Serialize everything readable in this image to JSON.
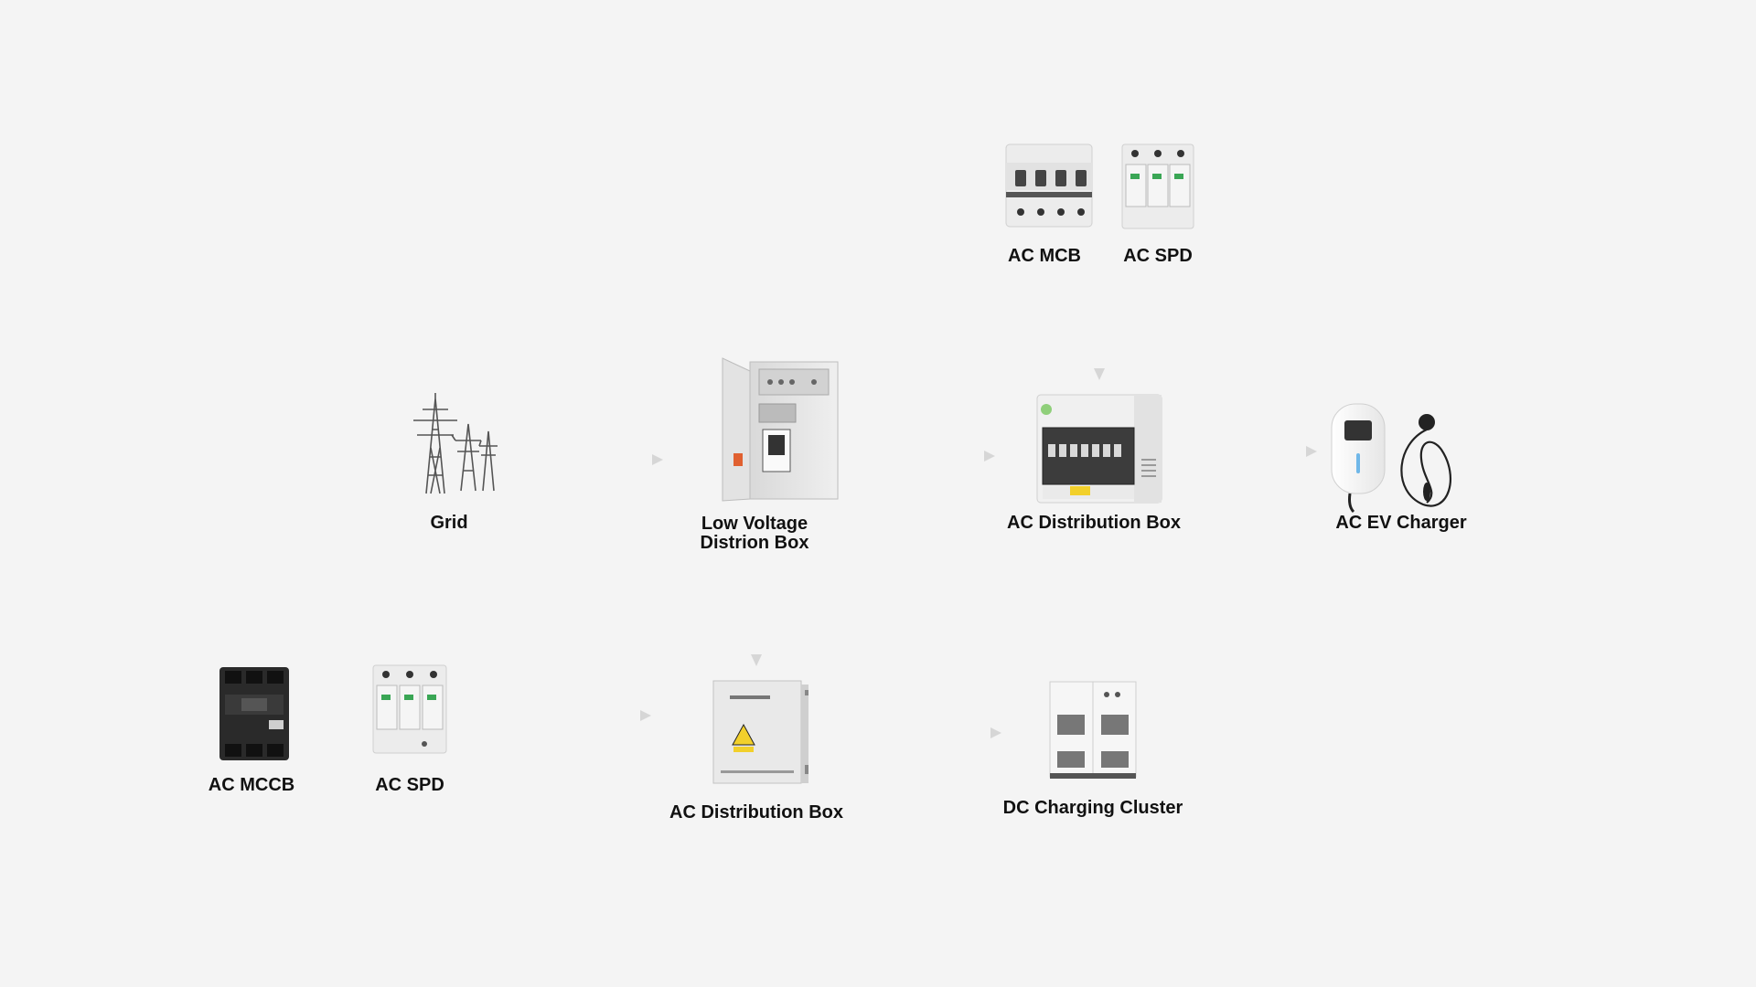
{
  "nodes": {
    "ac_mcb_top": {
      "label": "AC MCB",
      "icon": "mcb-breaker-icon"
    },
    "ac_spd_top": {
      "label": "AC SPD",
      "icon": "spd-icon"
    },
    "grid": {
      "label": "Grid",
      "icon": "power-tower-icon"
    },
    "lv_box": {
      "label_line1": "Low Voltage",
      "label_line2": "Distrion Box",
      "icon": "lv-cabinet-icon"
    },
    "ac_dist_top": {
      "label": "AC Distribution Box",
      "icon": "distribution-box-icon"
    },
    "ac_ev_charger": {
      "label": "AC EV Charger",
      "icon": "ev-charger-icon"
    },
    "ac_mccb": {
      "label": "AC MCCB",
      "icon": "mccb-icon"
    },
    "ac_spd_bottom": {
      "label": "AC SPD",
      "icon": "spd-icon"
    },
    "ac_dist_bottom": {
      "label": "AC Distribution Box",
      "icon": "combiner-box-icon"
    },
    "dc_cluster": {
      "label": "DC Charging Cluster",
      "icon": "charging-cabinet-icon"
    }
  },
  "colors": {
    "background": "#f4f4f4",
    "arrow_accent": "#f5a623",
    "arrow_line": "#d9d9d9",
    "text": "#111111"
  }
}
